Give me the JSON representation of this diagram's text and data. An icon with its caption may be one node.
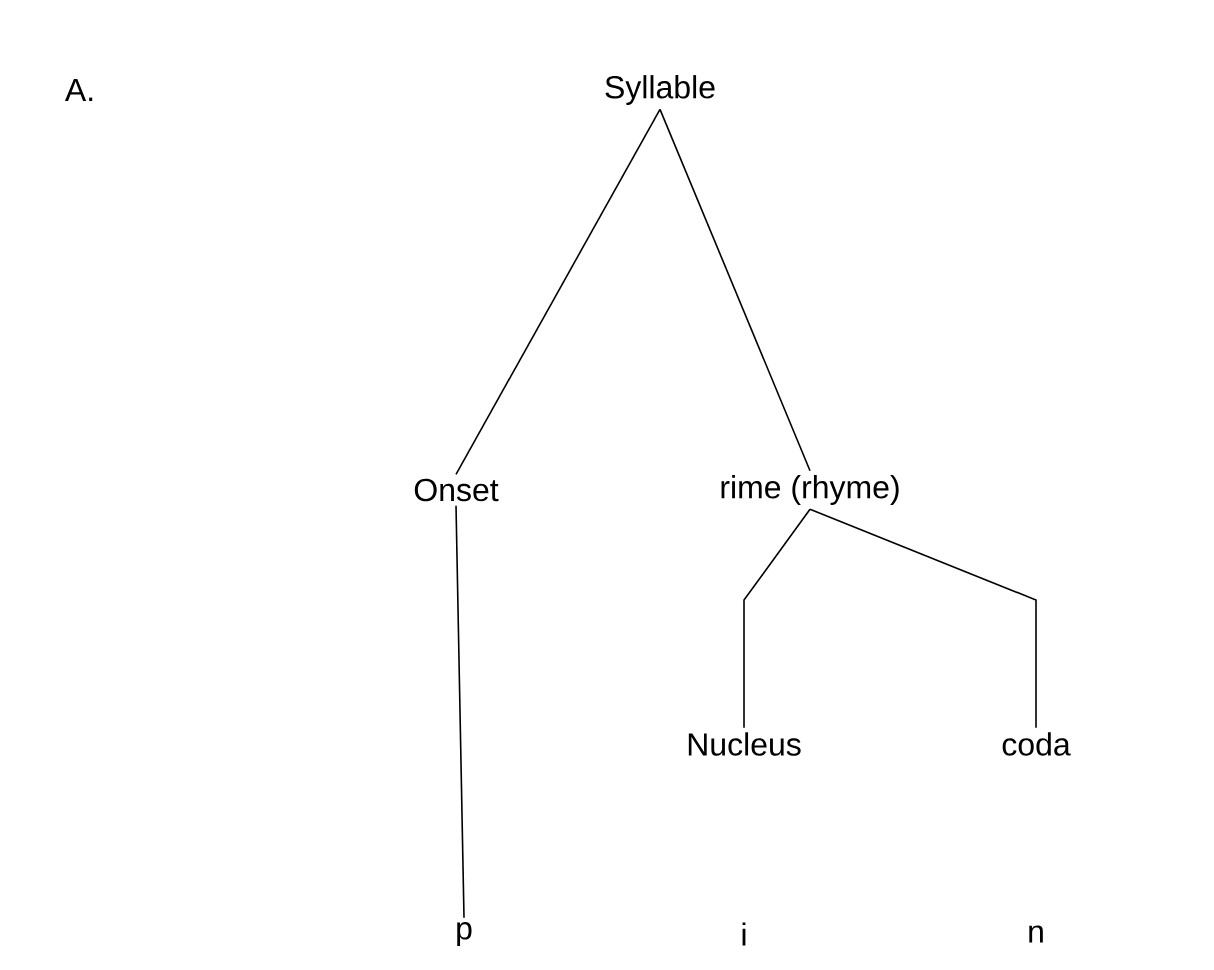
{
  "diagram": {
    "nodes": [
      {
        "text": [
          "Syllable"
        ]
      },
      {
        "text": [
          "Onset"
        ]
      },
      {
        "text": [
          "rime (rhyme)"
        ]
      },
      {
        "text": [
          "Nucleus"
        ]
      },
      {
        "text": [
          "coda"
        ]
      },
      {
        "text": [
          "p"
        ]
      },
      {
        "text": [
          "i"
        ]
      },
      {
        "text": [
          "n"
        ]
      }
    ],
    "edges": [
      {
        "from": 0,
        "to": 1,
        "arrow": "none"
      },
      {
        "from": 0,
        "to": 2,
        "arrow": "none"
      },
      {
        "from": 1,
        "to": 5,
        "arrow": "none"
      },
      {
        "from": 2,
        "to": 3,
        "arrow": "none"
      },
      {
        "from": 2,
        "to": 4,
        "arrow": "none"
      }
    ],
    "labels": [
      "A."
    ]
  }
}
